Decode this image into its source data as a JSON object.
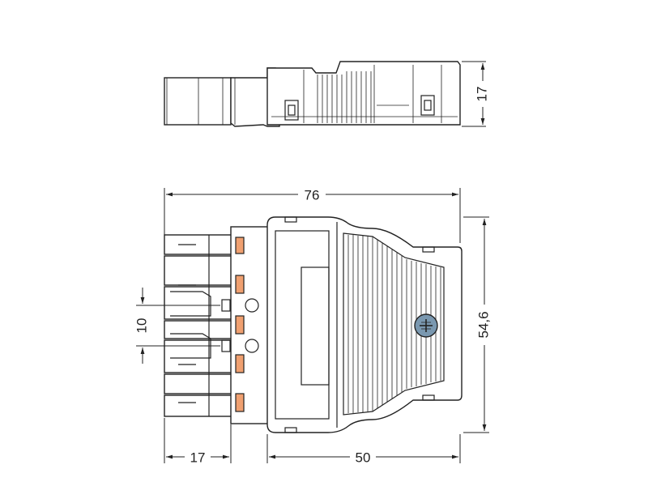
{
  "dimensions": {
    "side_height": "17",
    "overall_length": "76",
    "overall_width": "54,6",
    "pin_pitch": "10",
    "plug_length": "17",
    "housing_length": "50"
  },
  "colors": {
    "contact_orange": "#f0a070",
    "screw_blue": "#7a98b0",
    "line": "#222222"
  },
  "icons": {
    "screw": "screw-icon"
  }
}
